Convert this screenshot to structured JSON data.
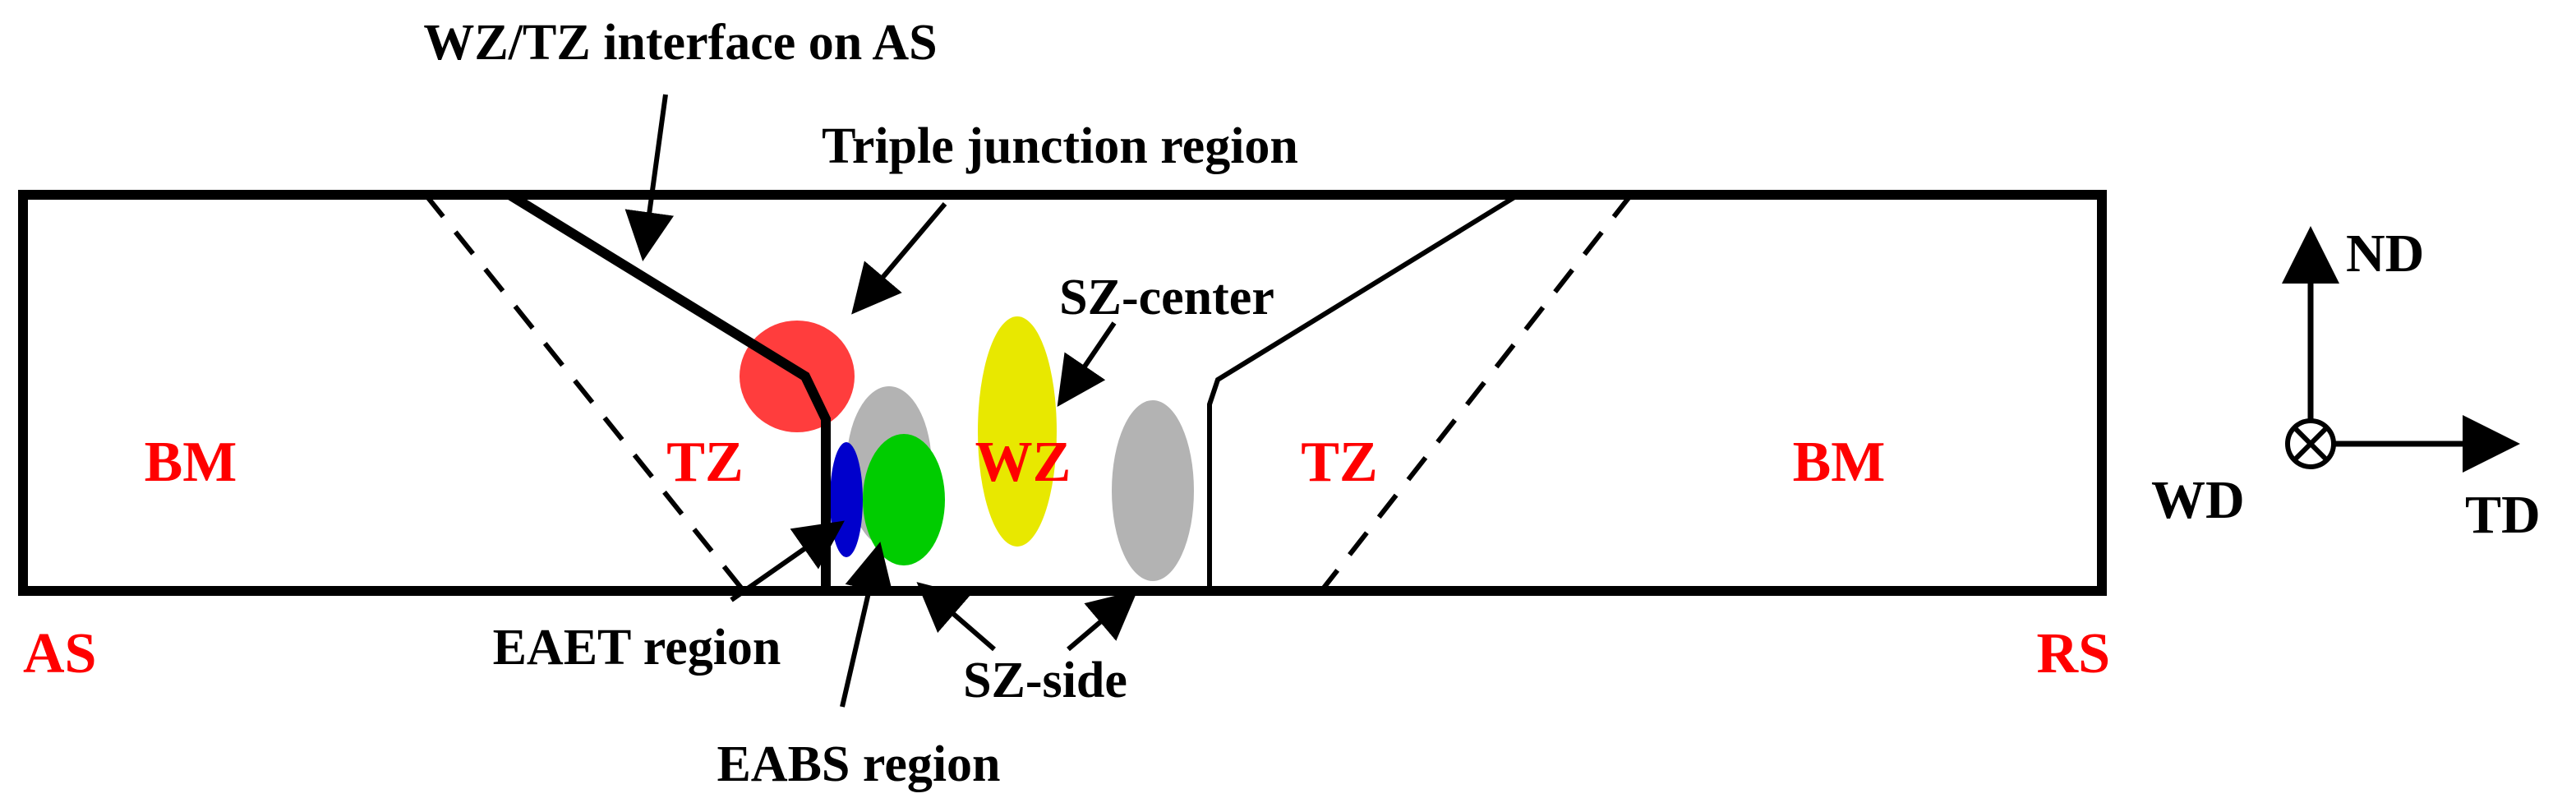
{
  "colors": {
    "region_label": "#ff0000",
    "triple_junction_marker": "#ff3333",
    "sz_center_marker": "#e8e800",
    "sz_side_marker": "#b3b3b3",
    "eabs_marker": "#00cc00",
    "eaet_marker": "#0000cc",
    "line": "#000000"
  },
  "zones": {
    "bm_left": "BM",
    "tz_left": "TZ",
    "wz": "WZ",
    "tz_right": "TZ",
    "bm_right": "BM",
    "as": "AS",
    "rs": "RS"
  },
  "annotations": {
    "wz_tz_interface": "WZ/TZ interface on AS",
    "triple_junction": "Triple junction region",
    "sz_center": "SZ-center",
    "sz_side": "SZ-side",
    "eaet": "EAET region",
    "eabs": "EABS region"
  },
  "axes": {
    "nd": "ND",
    "td": "TD",
    "wd": "WD",
    "wd_symbol": "circle-cross-icon"
  }
}
